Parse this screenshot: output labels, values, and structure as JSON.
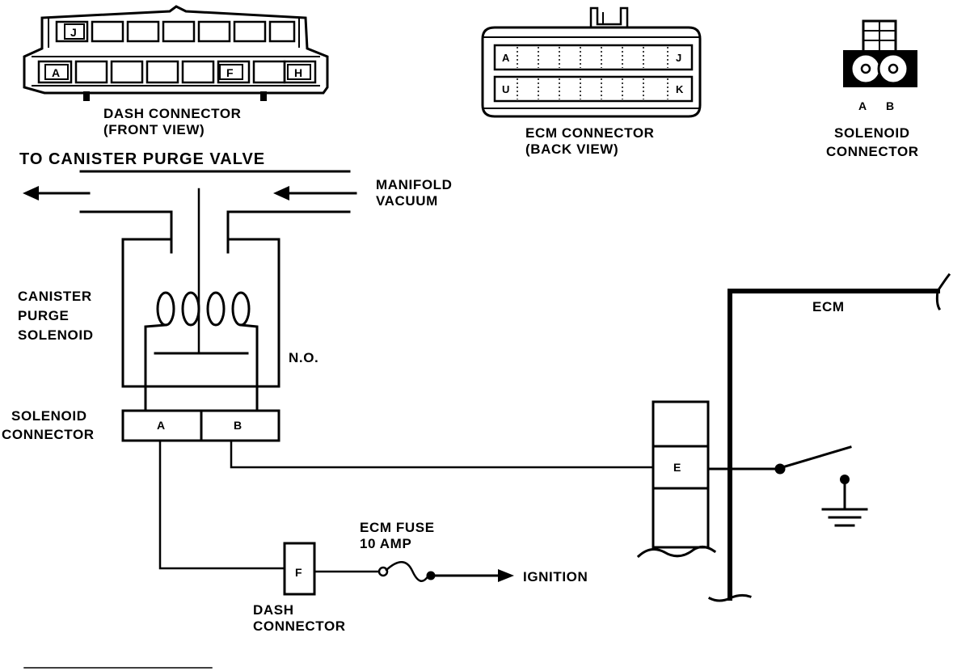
{
  "colors": {
    "ink": "#000000",
    "paper": "#ffffff"
  },
  "dash_connector_view": {
    "title": "DASH CONNECTOR",
    "subtitle": "(FRONT VIEW)",
    "top_row_pins": [
      "J",
      "",
      "",
      "",
      "",
      "",
      "",
      ""
    ],
    "bottom_row_pins": [
      "A",
      "",
      "",
      "",
      "",
      "F",
      "",
      "H"
    ]
  },
  "ecm_connector_view": {
    "title": "ECM CONNECTOR",
    "subtitle": "(BACK VIEW)",
    "top_row_end_labels": [
      "A",
      "J"
    ],
    "bottom_row_end_labels": [
      "U",
      "K"
    ]
  },
  "solenoid_connector_view": {
    "title_line1": "SOLENOID",
    "title_line2": "CONNECTOR",
    "pin_a": "A",
    "pin_b": "B"
  },
  "vacuum": {
    "outlet_label": "TO CANISTER PURGE VALVE",
    "inlet_label_line1": "MANIFOLD",
    "inlet_label_line2": "VACUUM"
  },
  "solenoid": {
    "label_line1": "CANISTER",
    "label_line2": "PURGE",
    "label_line3": "SOLENOID",
    "state_label": "N.O."
  },
  "solenoid_connector": {
    "label_line1": "SOLENOID",
    "label_line2": "CONNECTOR",
    "pin_a": "A",
    "pin_b": "B"
  },
  "ecm": {
    "label": "ECM",
    "pin": "E"
  },
  "dash_connector": {
    "pin": "F",
    "label_line1": "DASH",
    "label_line2": "CONNECTOR"
  },
  "fuse": {
    "label_line1": "ECM FUSE",
    "label_line2": "10 AMP"
  },
  "ignition": {
    "label": "IGNITION"
  }
}
